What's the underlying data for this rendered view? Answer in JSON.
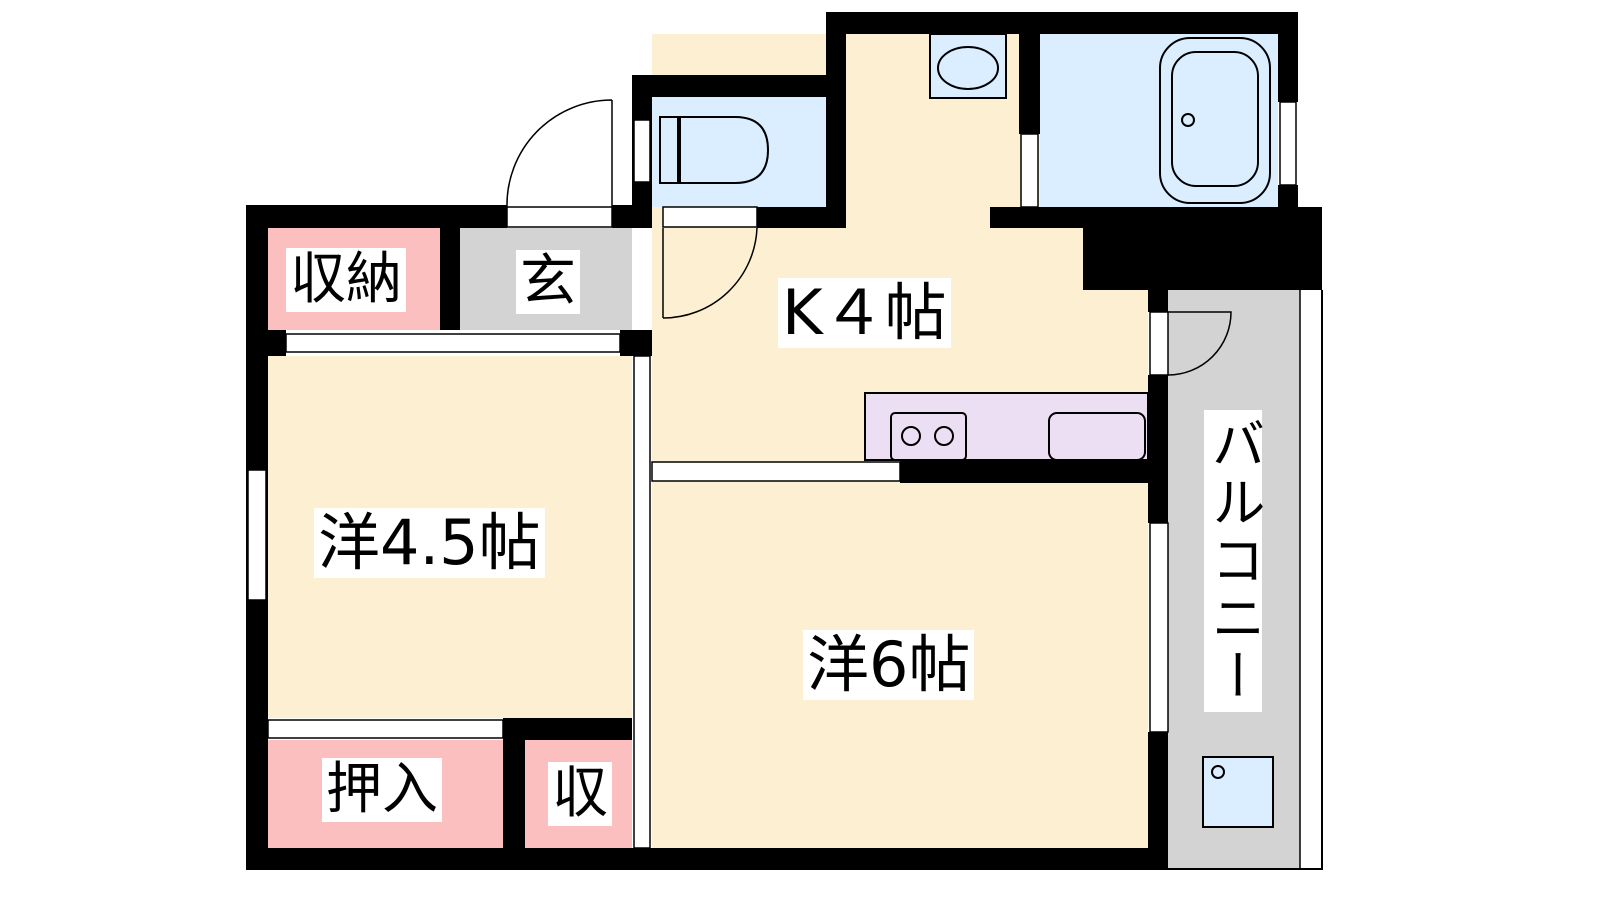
{
  "floorplan": {
    "rooms": {
      "storage": "収納",
      "entrance": "玄",
      "kitchen": "K４帖",
      "western_small": "洋4.5帖",
      "western_large": "洋6帖",
      "closet": "押入",
      "small_storage": "収",
      "balcony": "バルコニー"
    },
    "colors": {
      "wall": "#000000",
      "floor": "#fdf0d2",
      "wet_area": "#dbeeff",
      "storage": "#fcbfbf",
      "entrance": "#d3d3d3",
      "kitchen_counter": "#ecdff4"
    }
  }
}
